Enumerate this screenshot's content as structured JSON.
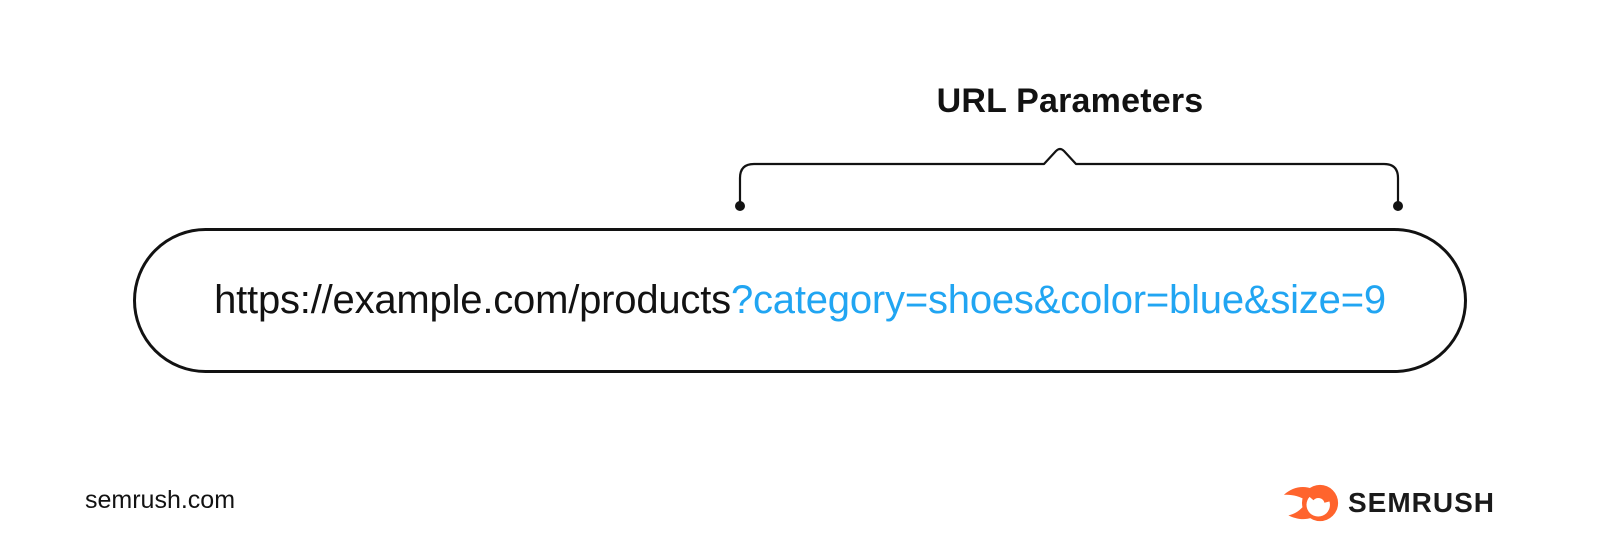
{
  "annotation": {
    "title": "URL Parameters"
  },
  "url_bar": {
    "base": "https://example.com/products",
    "params": "?category=shoes&color=blue&size=9"
  },
  "footer": {
    "site": "semrush.com",
    "brand": "SEMRUSH"
  },
  "colors": {
    "canvas-bg": "#ffffff",
    "ink": "#121212",
    "accent-blue": "#21a5f2",
    "brand-orange": "#ff642d",
    "wordmark-ink": "#1a1a1a"
  }
}
